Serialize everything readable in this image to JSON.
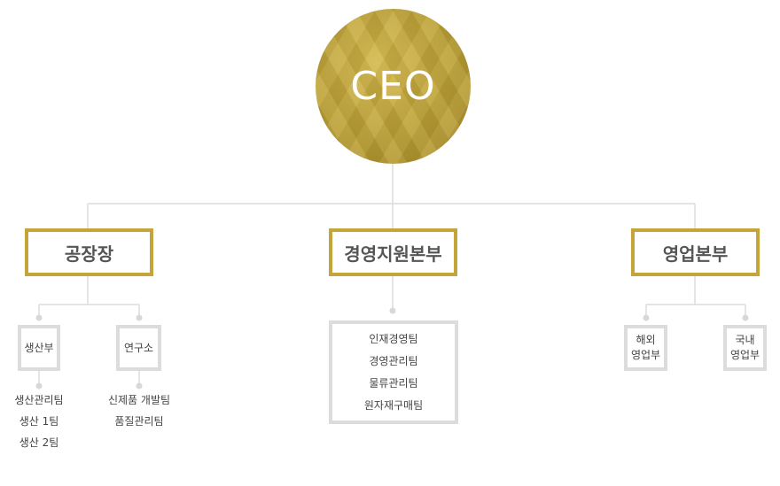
{
  "ceo": {
    "label": "CEO"
  },
  "departments": [
    {
      "label": "공장장",
      "subunits": [
        {
          "label": "생산부",
          "teams": [
            "생산관리팀",
            "생산 1팀",
            "생산 2팀"
          ]
        },
        {
          "label": "연구소",
          "teams": [
            "신제품 개발팀",
            "품질관리팀"
          ]
        }
      ]
    },
    {
      "label": "경영지원본부",
      "teams": [
        "인재경영팀",
        "경영관리팀",
        "물류관리팀",
        "원자재구매팀"
      ]
    },
    {
      "label": "영업본부",
      "subunits": [
        {
          "label_lines": [
            "해외",
            "영업부"
          ]
        },
        {
          "label_lines": [
            "국내",
            "영업부"
          ]
        }
      ]
    }
  ],
  "colors": {
    "gold": "#c4a53c",
    "line": "#dcdcdc",
    "dot": "#d8d8d8",
    "text": "#444444"
  }
}
